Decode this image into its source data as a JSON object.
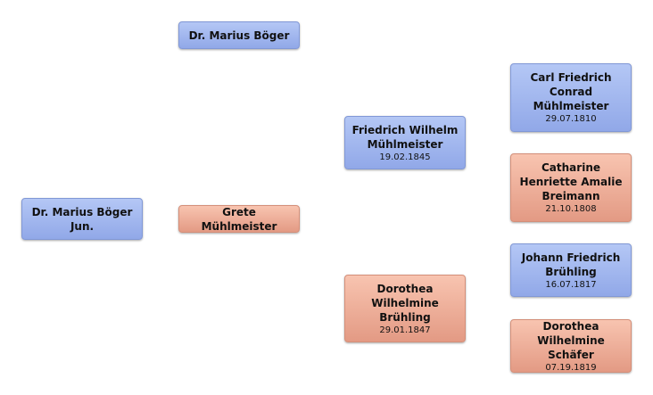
{
  "tree": {
    "root": {
      "name": "Dr. Marius Böger Jun."
    },
    "father": {
      "name": "Dr. Marius Böger"
    },
    "mother": {
      "name": "Grete Mühlmeister"
    },
    "maternal_grandfather": {
      "name": "Friedrich Wilhelm Mühlmeister",
      "date": "19.02.1845"
    },
    "maternal_grandmother": {
      "name": "Dorothea Wilhelmine Brühling",
      "date": "29.01.1847"
    },
    "mgf_father": {
      "name": "Carl Friedrich Conrad Mühlmeister",
      "date": "29.07.1810"
    },
    "mgf_mother": {
      "name": "Catharine Henriette Amalie Breimann",
      "date": "21.10.1808"
    },
    "mgm_father": {
      "name": "Johann Friedrich Brühling",
      "date": "16.07.1817"
    },
    "mgm_mother": {
      "name": "Dorothea Wilhelmine Schäfer",
      "date": "07.19.1819"
    }
  },
  "colors": {
    "male": "#a3b8ef",
    "female": "#efae98"
  }
}
